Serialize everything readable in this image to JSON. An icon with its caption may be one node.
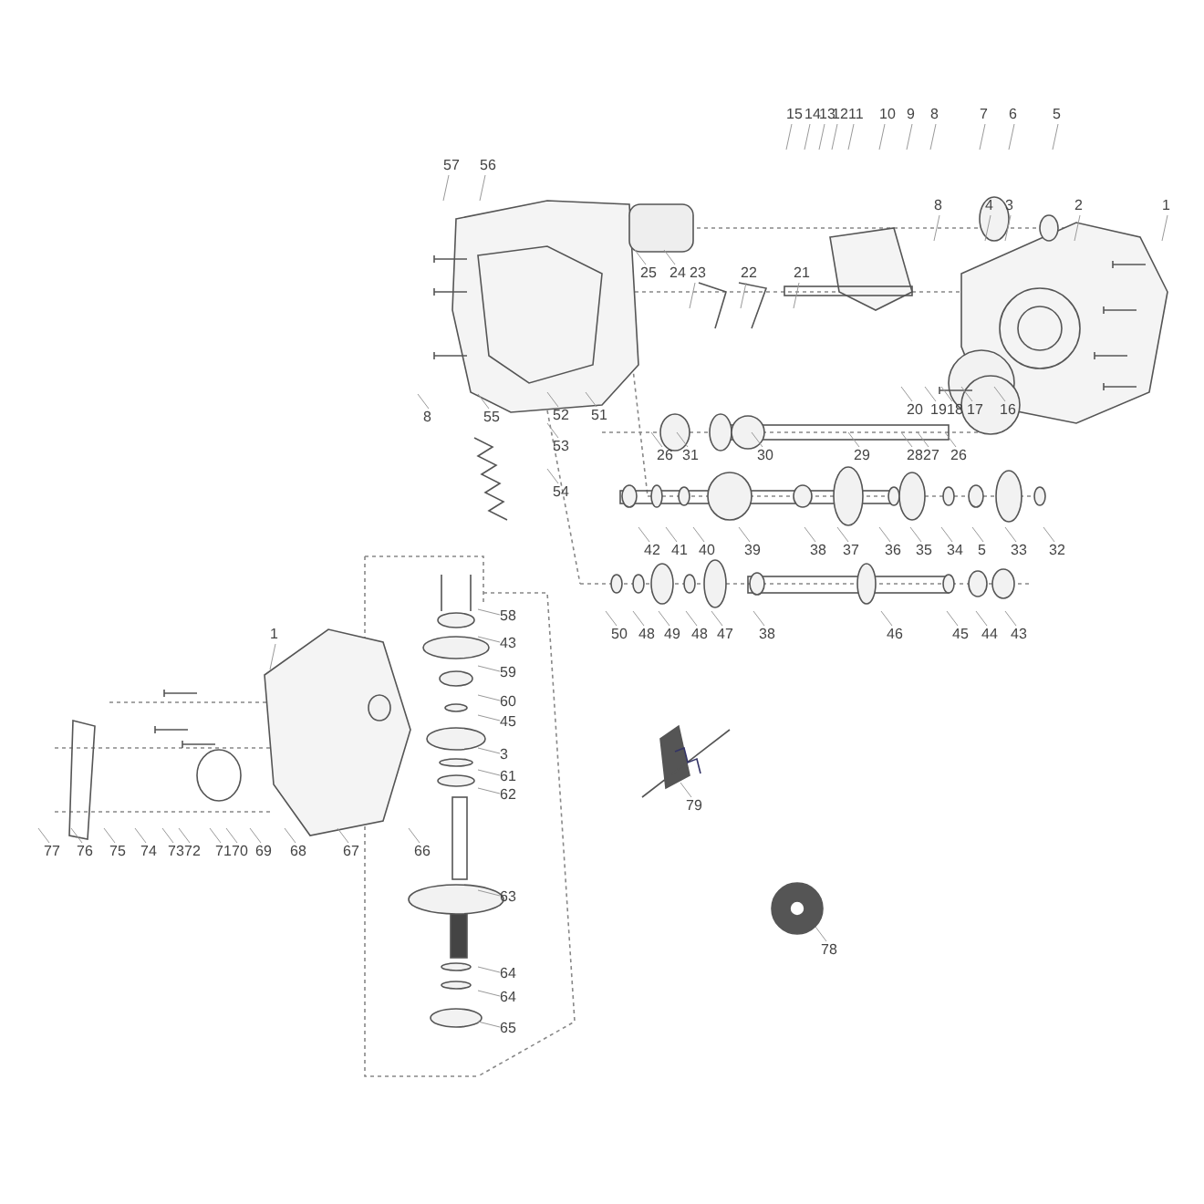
{
  "diagram": {
    "labels": [
      "15",
      "14",
      "13",
      "12",
      "11",
      "10",
      "9",
      "8",
      "7",
      "6",
      "5",
      "57",
      "56",
      "8",
      "4",
      "3",
      "2",
      "1",
      "25",
      "24",
      "23",
      "22",
      "21",
      "8",
      "55",
      "52",
      "51",
      "20",
      "19",
      "18",
      "17",
      "16",
      "53",
      "26",
      "31",
      "30",
      "29",
      "28",
      "27",
      "26",
      "54",
      "42",
      "41",
      "40",
      "39",
      "38",
      "37",
      "36",
      "35",
      "34",
      "5",
      "33",
      "32",
      "58",
      "1",
      "50",
      "48",
      "49",
      "48",
      "47",
      "38",
      "46",
      "45",
      "44",
      "43",
      "43",
      "59",
      "60",
      "45",
      "3",
      "61",
      "62",
      "79",
      "77",
      "76",
      "75",
      "74",
      "73",
      "72",
      "71",
      "70",
      "69",
      "68",
      "67",
      "66",
      "63",
      "78",
      "64",
      "64",
      "65"
    ]
  }
}
